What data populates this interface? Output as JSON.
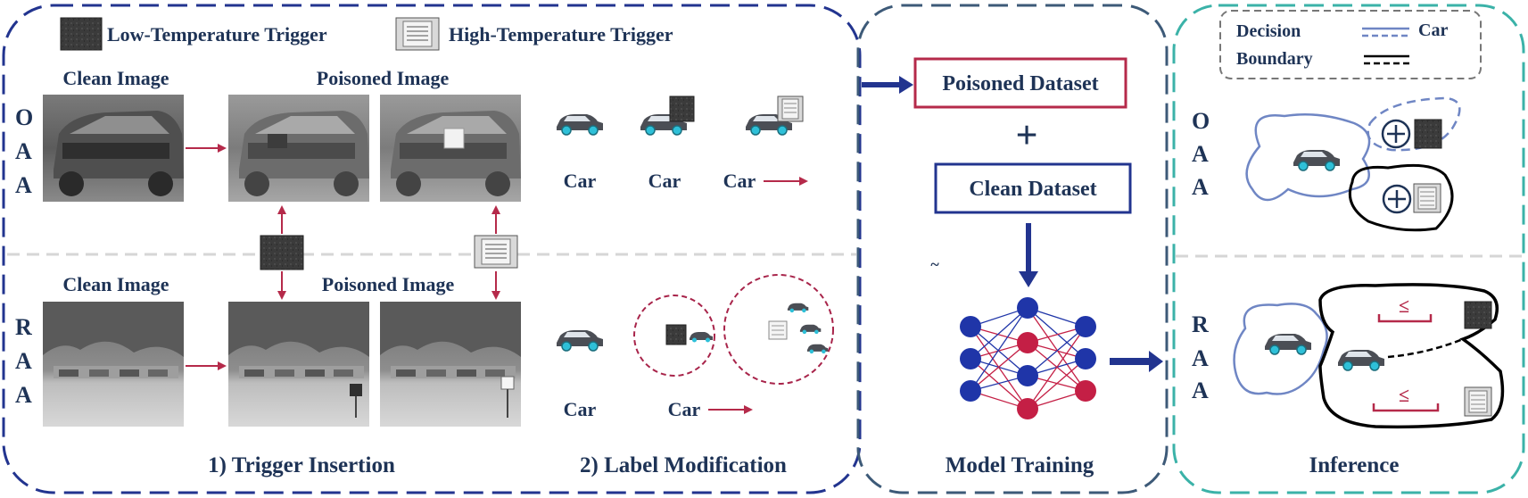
{
  "legend": {
    "low_trigger": "Low-Temperature Trigger",
    "high_trigger": "High-Temperature Trigger"
  },
  "oaa_row": {
    "side_label": [
      "O",
      "A",
      "A"
    ],
    "clean_label": "Clean Image",
    "poisoned_label": "Poisoned Image",
    "car_labels": [
      "Car",
      "Car",
      "Car"
    ]
  },
  "raa_row": {
    "side_label": [
      "R",
      "A",
      "A"
    ],
    "clean_label": "Clean Image",
    "poisoned_label": "Poisoned Image",
    "car_labels": [
      "Car",
      "Car"
    ]
  },
  "sections": {
    "trigger_insertion": "1) Trigger Insertion",
    "label_modification": "2) Label Modification",
    "model_training": "Model Training",
    "inference": "Inference"
  },
  "training": {
    "poisoned_dataset": "Poisoned Dataset",
    "plus": "+",
    "clean_dataset": "Clean Dataset",
    "tilde": "~"
  },
  "inference": {
    "legend_decision": "Decision",
    "legend_boundary": "Boundary",
    "legend_car": "Car",
    "oaa_label": [
      "O",
      "A",
      "A"
    ],
    "raa_label": [
      "R",
      "A",
      "A"
    ],
    "leq_top": "≤",
    "leq_bottom": "≤"
  },
  "colors": {
    "navy_border": "#22348f",
    "slate_border": "#3d5a78",
    "teal_border": "#3bb2a8",
    "text": "#1e3356",
    "red": "#b52a4a",
    "blue_node": "#1f35a8",
    "red_node": "#c41f45",
    "boundary_blue": "#6f86c4"
  }
}
